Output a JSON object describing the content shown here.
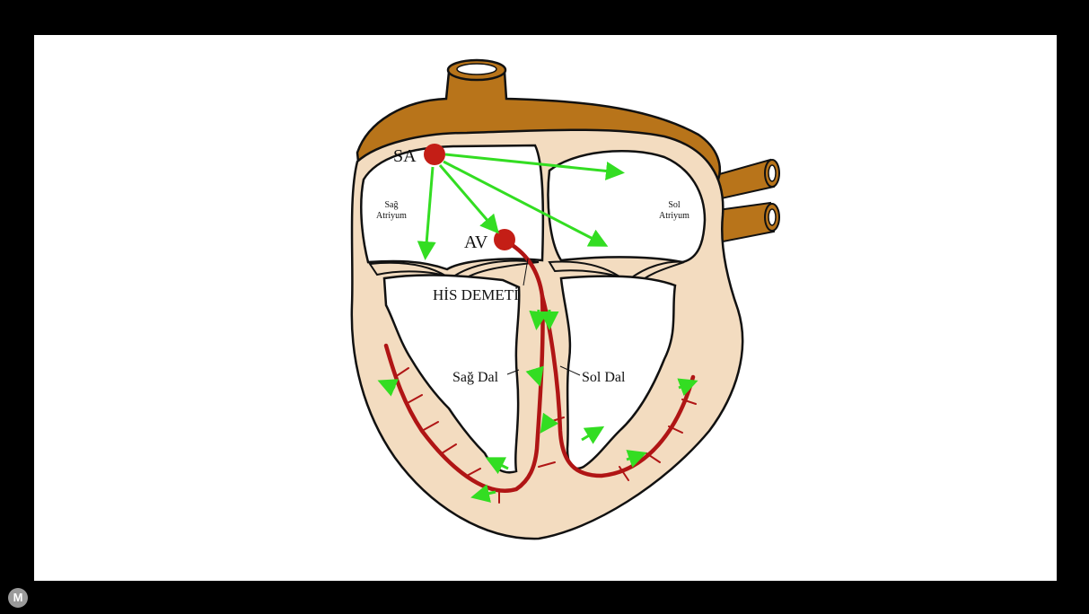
{
  "diagram": {
    "labels": {
      "sa": "SA",
      "av": "AV",
      "right_atrium_line1": "Sağ",
      "right_atrium_line2": "Atriyum",
      "left_atrium_line1": "Sol",
      "left_atrium_line2": "Atriyum",
      "bundle_of_his": "HİS DEMETİ",
      "right_branch": "Sağ Dal",
      "left_branch": "Sol Dal"
    },
    "colors": {
      "myocardium": "#f3dcc0",
      "vessels": "#b8741a",
      "conduction": "#b01515",
      "node": "#c41e16",
      "arrows": "#33dd22",
      "outline": "#111111"
    }
  },
  "footer": {
    "logo_letter": "M"
  }
}
